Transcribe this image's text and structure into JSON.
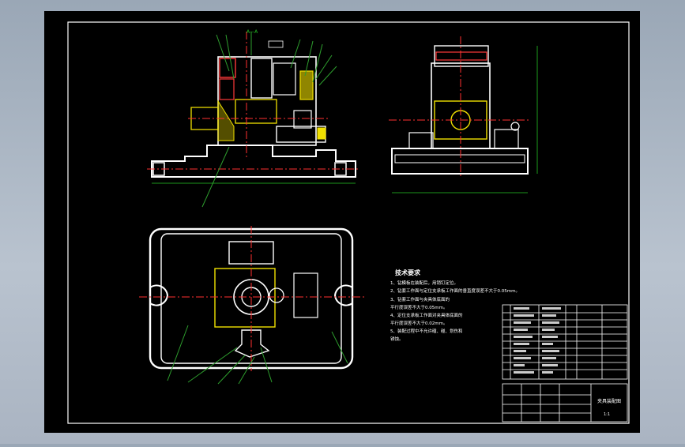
{
  "drawing": {
    "title_block": {
      "name": "夹具装配图",
      "sheet": "1:1"
    },
    "requirements": {
      "heading": "技术要求",
      "lines": [
        "1、钻模板在装配后，用销钉定位。",
        "2、钻套工作面与定位支承板工作面的垂直度误差不大于0.05mm。",
        "3、钻套工作面与夹具体底面的",
        "   平行度误差不大于0.05mm。",
        "4、定位支承板工作面对夹具体底面的",
        "   平行度误差不大于0.02mm。",
        "5、装配过程中不允许磕、碰、划伤和",
        "   锈蚀。"
      ]
    },
    "view_label": "A—A",
    "colors": {
      "paper": "#000000",
      "outline": "#ffffff",
      "part": "#f0e000",
      "hatch": "#ff3a3a",
      "center": "#ff3030",
      "dim": "#25c425",
      "leader": "#2e9e2e",
      "frame": "#ffffff"
    }
  }
}
